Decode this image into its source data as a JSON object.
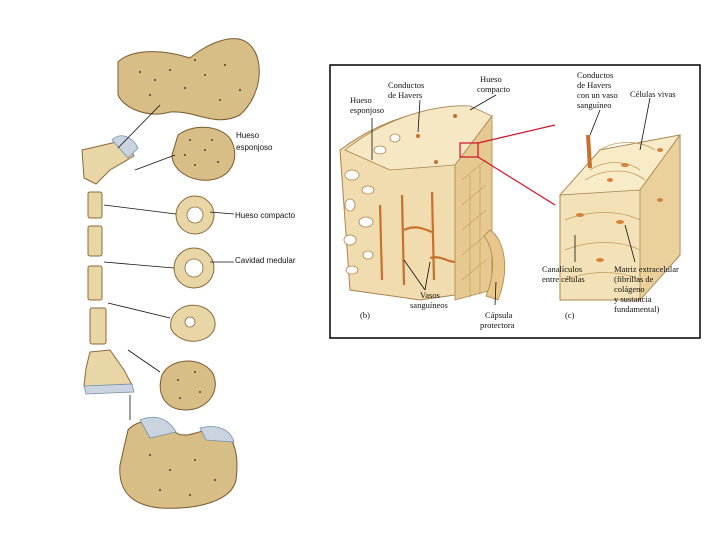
{
  "left_panel": {
    "labels": {
      "spongy": [
        "Hueso",
        "esponjoso"
      ],
      "compact": "Hueso compacto",
      "cavity": "Cavidad medular"
    }
  },
  "right_panel": {
    "labels": {
      "spongy": [
        "Hueso",
        "esponjoso"
      ],
      "haversian": [
        "Conductos",
        "de Havers"
      ],
      "compact": [
        "Hueso",
        "compacto"
      ],
      "haversian_vessel": [
        "Conductos",
        "de Havers",
        "con un vaso",
        "sanguíneo"
      ],
      "living_cells": "Células vivas",
      "canaliculi": [
        "Canalículos",
        "entre células"
      ],
      "matrix": [
        "Matriz extracelular",
        "(fibrillas de",
        "colágeno",
        "y sustancia",
        "fundamental)"
      ],
      "vessels": [
        "Vasos",
        "sanguíneos"
      ],
      "capsule": [
        "Cápsula",
        "protectora"
      ],
      "panel_b": "(b)",
      "panel_c": "(c)"
    }
  },
  "colors": {
    "bone": "#e9d6a6",
    "spongy": "#d7bd86",
    "vessel": "#c8702e",
    "red_connector": "#d0102a",
    "frame": "#000000"
  }
}
